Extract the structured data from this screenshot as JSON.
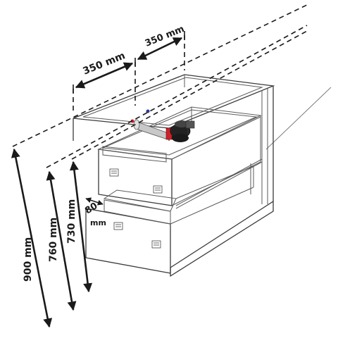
{
  "dimensions": {
    "width_left": "350 mm",
    "width_right": "350 mm",
    "height_total": "900 mm",
    "height_mid": "760 mm",
    "height_inner": "730 mm",
    "drawer_gap": "80",
    "drawer_gap_unit": "mm"
  },
  "colors": {
    "inlet_red": "#cc2229",
    "inlet_blue": "#2b3a8f",
    "siphon_black": "#222222",
    "pipe_grey": "#c8c8c8"
  },
  "components": [
    "vanity-cabinet",
    "upper-drawer",
    "lower-drawer",
    "siphon-trap",
    "water-inlets"
  ]
}
